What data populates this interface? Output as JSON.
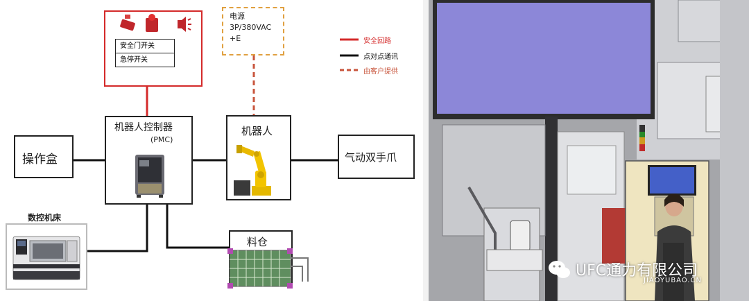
{
  "diagram": {
    "safety": {
      "door_switch": "安全门开关",
      "estop_switch": "急停开关"
    },
    "power": {
      "line1": "电源",
      "line2": "3P/380VAC",
      "line3": "+E"
    },
    "legend": {
      "safety_loop": "安全回路",
      "p2p_comm": "点对点通讯",
      "customer_supplied": "由客户提供"
    },
    "controller": {
      "title": "机器人控制器",
      "subtitle": "(PMC)"
    },
    "robot": {
      "title": "机器人"
    },
    "operation_box": {
      "title": "操作盒"
    },
    "gripper": {
      "title": "气动双手爪"
    },
    "cnc": {
      "title": "数控机床"
    },
    "magazine": {
      "title": "料仓"
    }
  },
  "watermark": {
    "brand": "UFC通力有限公司",
    "site": "JIAOYUBAO.CN"
  },
  "colors": {
    "safety_red": "#d42a2a",
    "customer_dashed": "#c8553c",
    "power_box_border": "#e0a040",
    "screen_purple": "#8c87d8",
    "cabinet_beige": "#efe5c0"
  }
}
